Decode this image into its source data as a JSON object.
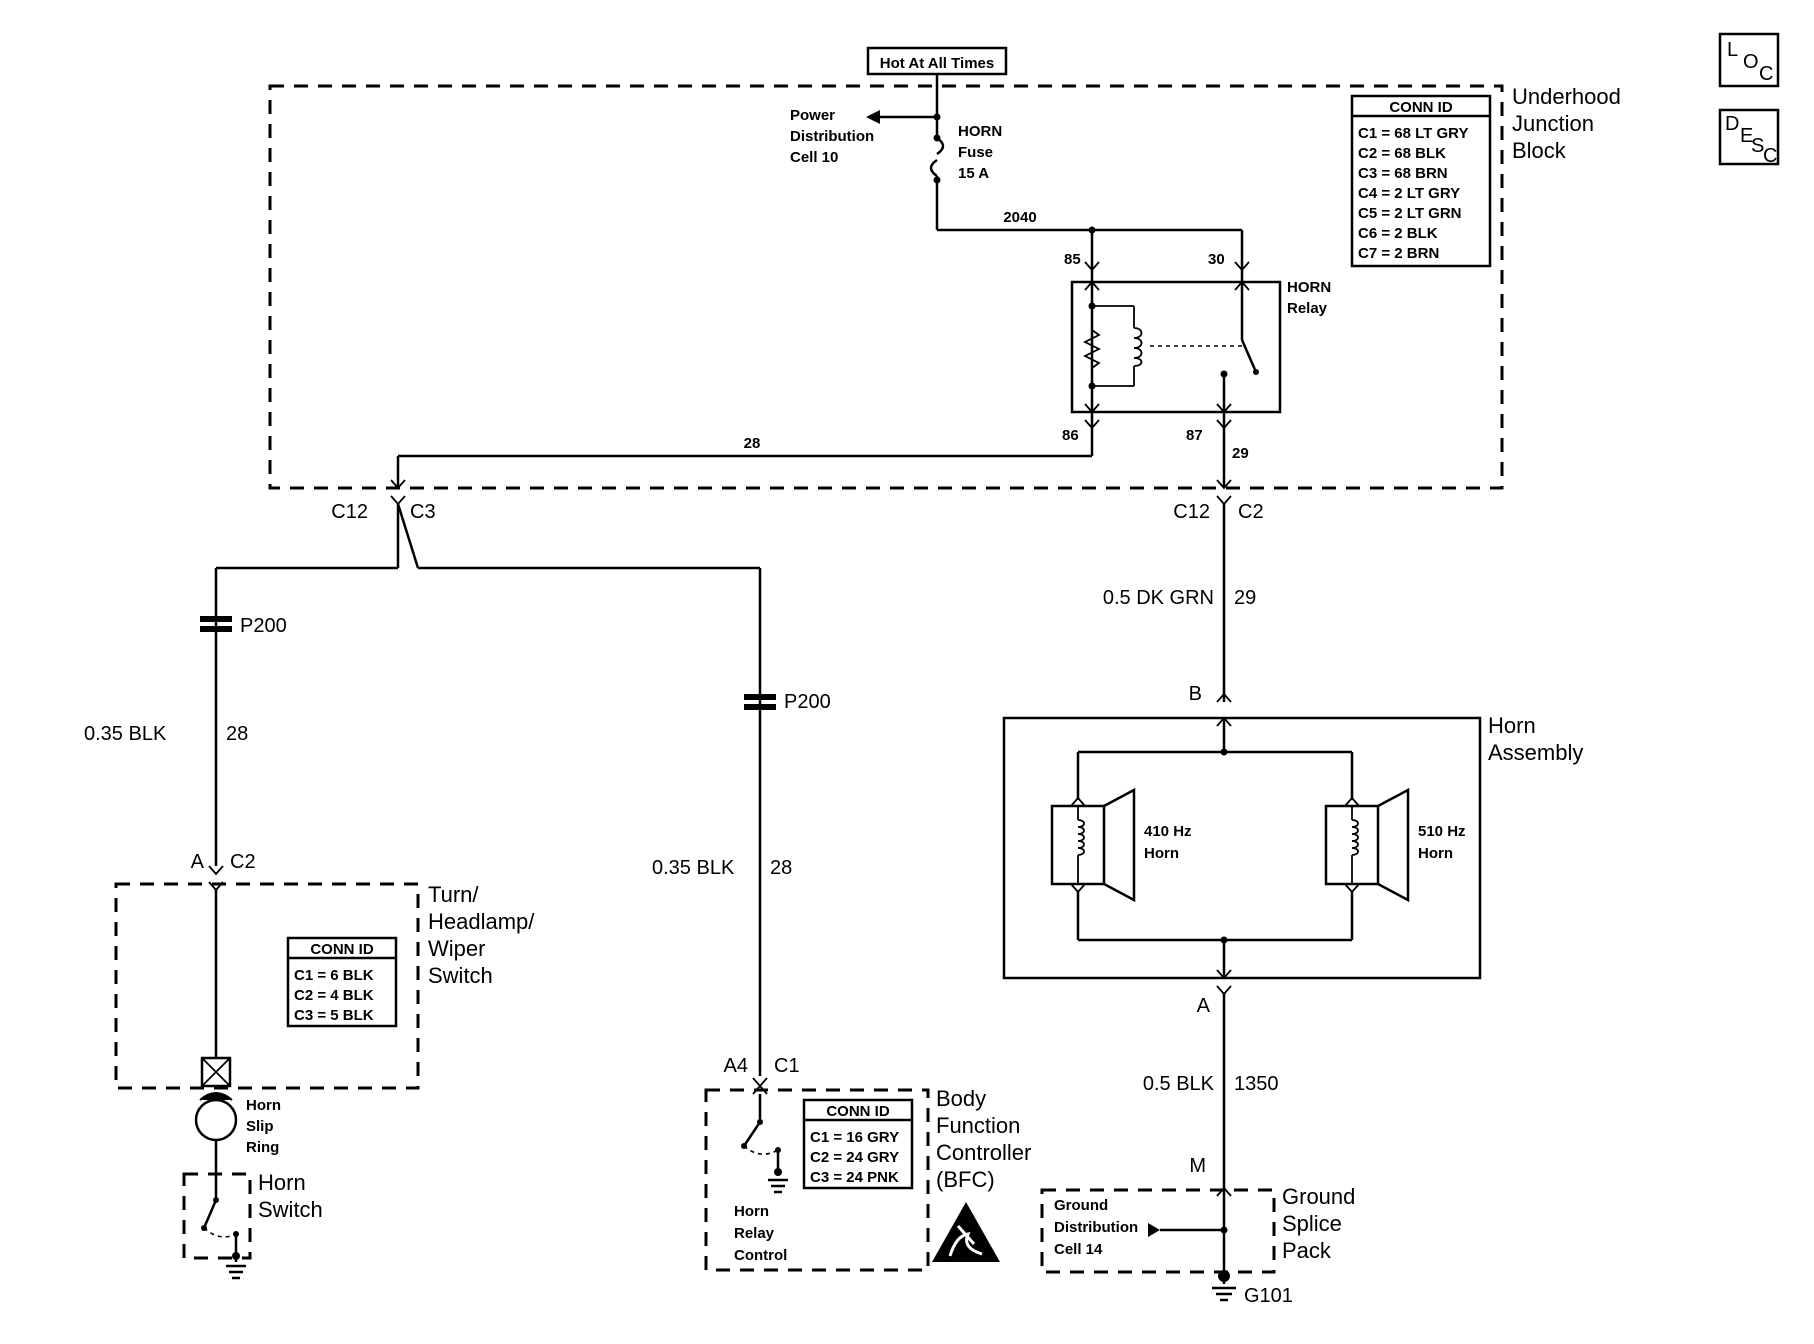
{
  "nav_icons": [
    {
      "name": "loc-icon",
      "letters": [
        "L",
        "O",
        "C"
      ]
    },
    {
      "name": "desc-icon",
      "letters": [
        "D",
        "E",
        "S",
        "C"
      ]
    }
  ],
  "hot_at_all_times": "Hot At All Times",
  "underhood_junction_block": {
    "name_lines": [
      "Underhood",
      "Junction",
      "Block"
    ],
    "conn_id_title": "CONN ID",
    "conn_id_rows": [
      "C1 = 68 LT GRY",
      "C2 = 68 BLK",
      "C3 = 68 BRN",
      "C4 = 2 LT GRY",
      "C5 = 2 LT GRN",
      "C6 = 2 BLK",
      "C7 = 2 BRN"
    ],
    "power_distribution_lines": [
      "Power",
      "Distribution",
      "Cell 10"
    ],
    "fuse_lines": [
      "HORN",
      "Fuse",
      "15 A"
    ],
    "relay_lines": [
      "HORN",
      "Relay"
    ],
    "wire_fuse_relay": "2040",
    "wire_28_internal": "28",
    "wire_29_internal": "29",
    "pin_85": "85",
    "pin_30": "30",
    "pin_86": "86",
    "pin_87": "87"
  },
  "connector_left": {
    "cavity": "C12",
    "conn": "C3"
  },
  "connector_right": {
    "cavity": "C12",
    "conn": "C2"
  },
  "wire_right_upper": {
    "gauge": "0.5 DK GRN",
    "circuit": "29"
  },
  "wire_left": {
    "gauge": "0.35 BLK",
    "circuit": "28",
    "splice": "P200"
  },
  "wire_middle": {
    "gauge": "0.35 BLK",
    "circuit": "28",
    "splice": "P200"
  },
  "horn_assembly": {
    "name_lines": [
      "Horn",
      "Assembly"
    ],
    "pin_b": "B",
    "pin_a": "A",
    "horn1_lines": [
      "410 Hz",
      "Horn"
    ],
    "horn2_lines": [
      "510 Hz",
      "Horn"
    ]
  },
  "wire_right_lower": {
    "gauge": "0.5 BLK",
    "circuit": "1350"
  },
  "turn_switch": {
    "name_lines": [
      "Turn/",
      "Headlamp/",
      "Wiper",
      "Switch"
    ],
    "pin_a": "A",
    "conn": "C2",
    "conn_id_title": "CONN ID",
    "conn_id_rows": [
      "C1 = 6 BLK",
      "C2 = 4 BLK",
      "C3 = 5 BLK"
    ]
  },
  "horn_slip_ring_lines": [
    "Horn",
    "Slip",
    "Ring"
  ],
  "horn_switch_lines": [
    "Horn",
    "Switch"
  ],
  "bfc": {
    "name_lines": [
      "Body",
      "Function",
      "Controller",
      "(BFC)"
    ],
    "pin": "A4",
    "conn": "C1",
    "conn_id_title": "CONN ID",
    "conn_id_rows": [
      "C1 = 16 GRY",
      "C2 = 24 GRY",
      "C3 = 24 PNK"
    ],
    "control_lines": [
      "Horn",
      "Relay",
      "Control"
    ]
  },
  "ground_splice_pack": {
    "name_lines": [
      "Ground",
      "Splice",
      "Pack"
    ],
    "pin": "M",
    "cell_lines": [
      "Ground",
      "Distribution",
      "Cell 14"
    ],
    "ground": "G101"
  }
}
